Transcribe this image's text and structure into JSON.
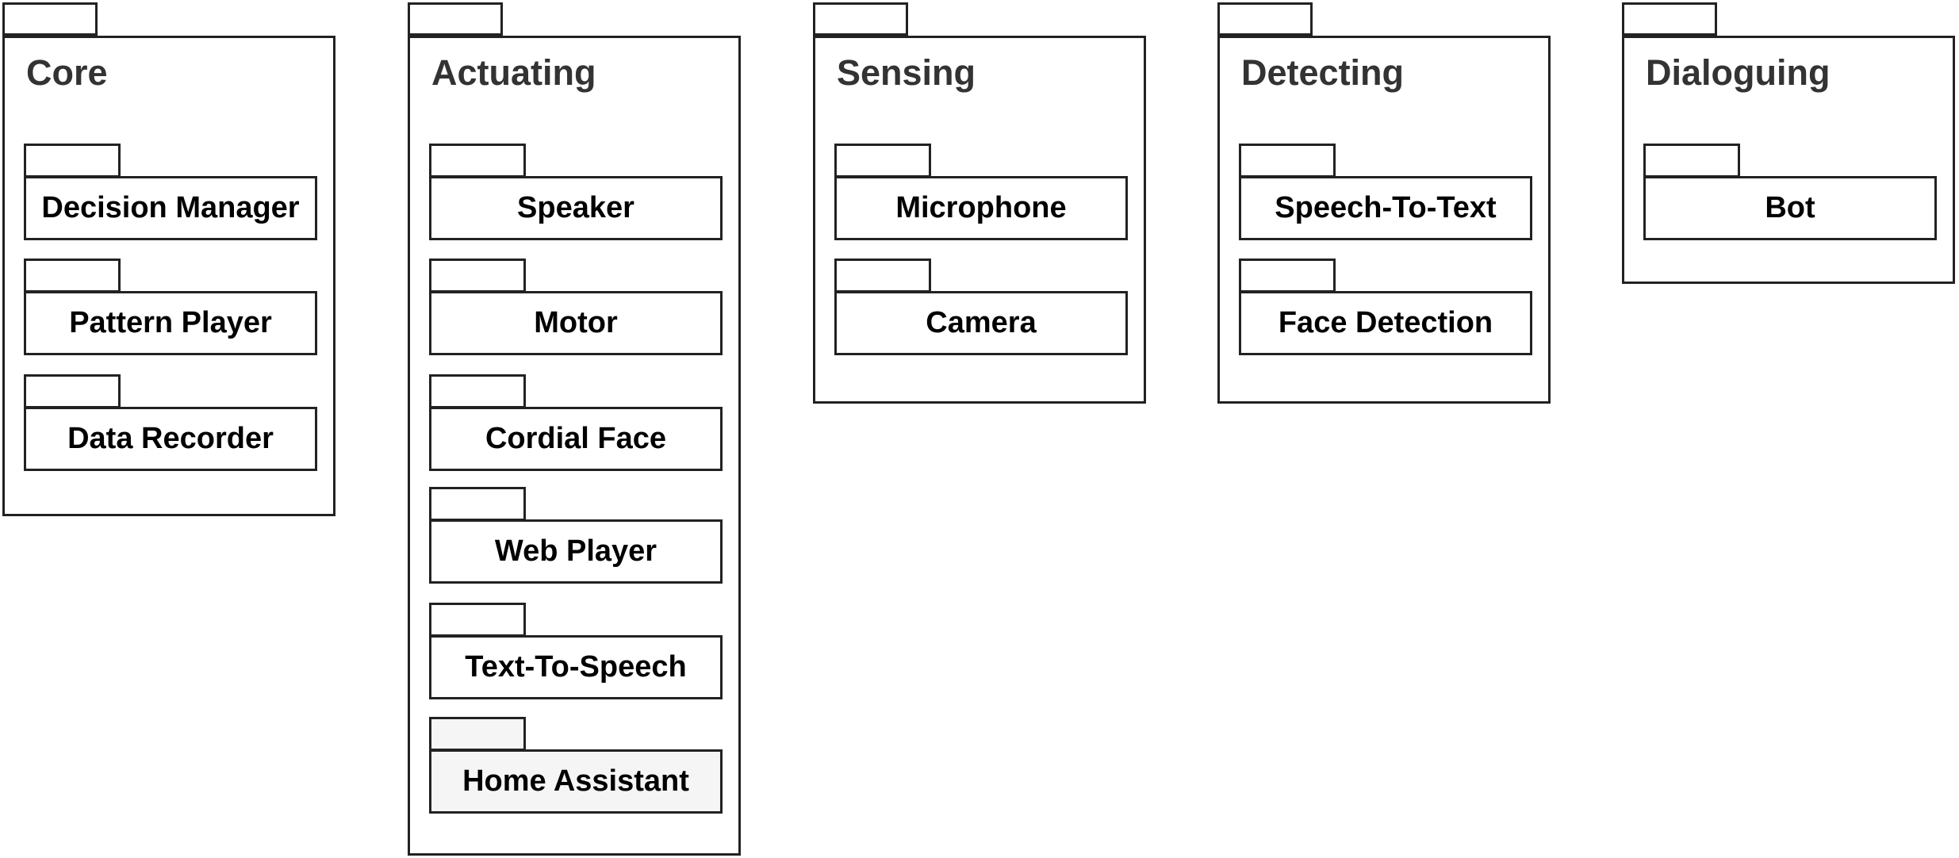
{
  "packages": [
    {
      "title": "Core",
      "items": [
        "Decision Manager",
        "Pattern Player",
        "Data Recorder"
      ]
    },
    {
      "title": "Actuating",
      "items": [
        "Speaker",
        "Motor",
        "Cordial Face",
        "Web Player",
        "Text-To-Speech",
        "Home Assistant"
      ]
    },
    {
      "title": "Sensing",
      "items": [
        "Microphone",
        "Camera"
      ]
    },
    {
      "title": "Detecting",
      "items": [
        "Speech-To-Text",
        "Face Detection"
      ]
    },
    {
      "title": "Dialoguing",
      "items": [
        "Bot"
      ]
    }
  ],
  "colors": {
    "border": "#222222",
    "title_text": "#333333",
    "item_text": "#000000",
    "shaded_fill": "#f5f5f5"
  }
}
